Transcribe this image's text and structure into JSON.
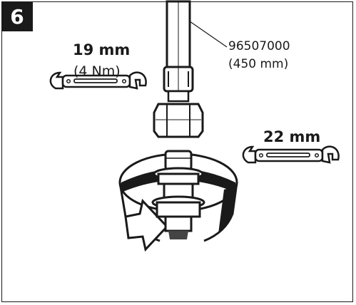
{
  "step": {
    "number": "6"
  },
  "wrench_upper": {
    "size": "19 mm",
    "torque": "(4 Nm)"
  },
  "wrench_lower": {
    "size": "22 mm"
  },
  "hose": {
    "part_number": "96507000",
    "length": "(450 mm)"
  },
  "colors": {
    "ink": "#1a1a1a",
    "shade": "#444444",
    "paper": "#ffffff"
  },
  "icons": [
    "open-end-wrench-icon",
    "open-end-wrench-icon"
  ]
}
